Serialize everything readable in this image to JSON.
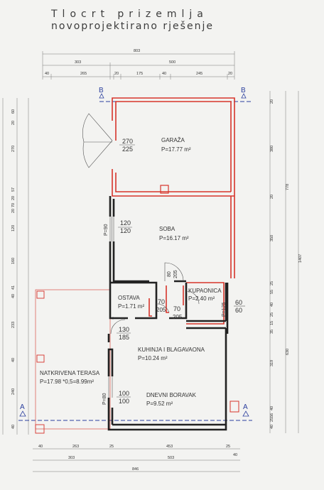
{
  "title": {
    "line1": "Tlocrt prizemlja",
    "line2": "novoprojektirano rješenje"
  },
  "section_marks": {
    "top_left": "B",
    "top_right": "B",
    "bottom_left": "A",
    "bottom_right": "A"
  },
  "rooms": {
    "garaza": {
      "name": "GARAŽA",
      "area": "P=17.77 m²",
      "door_w": "270",
      "door_h": "225"
    },
    "soba": {
      "name": "SOBA",
      "area": "P=16.17 m²",
      "window_w": "120",
      "window_h": "120",
      "side": "P=90",
      "door_w": "80",
      "door_h": "205"
    },
    "ostava": {
      "name": "OSTAVA",
      "area": "P=1.71 m²",
      "door_w": "70",
      "door_h": "205"
    },
    "kupaonica": {
      "name": "KUPAONICA",
      "area": "P=2.40 m²",
      "door_w": "70",
      "door_h": "205",
      "window_w": "60",
      "window_h": "60",
      "side": "P=125"
    },
    "kuhinja": {
      "name": "KUHINJA I BLAGAVAONA",
      "area": "P=10.24 m²",
      "window_w": "130",
      "window_h": "185"
    },
    "boravak": {
      "name": "DNEVNI BORAVAK",
      "area": "P=9.52 m²",
      "window_w": "100",
      "window_h": "100",
      "side": "P=80"
    },
    "terasa": {
      "name": "NATKRIVENA TERASA",
      "area": "P=17.98 *0,5=8.99m²"
    }
  },
  "dims": {
    "top": {
      "total": "803",
      "left": "303",
      "right": "500",
      "d1": "40",
      "d2": "265",
      "d3": "20",
      "d4": "175",
      "d5": "40",
      "d6": "245",
      "d7": "20"
    },
    "bottom": {
      "total": "846",
      "left": "303",
      "right": "503",
      "b40a": "40",
      "b263": "263",
      "b25a": "25",
      "b453": "453",
      "b25b": "25",
      "b40b": "40"
    },
    "left": [
      "60",
      "20",
      "270",
      "20",
      "57",
      "20",
      "70",
      "120",
      "160",
      "40",
      "41",
      "233",
      "40",
      "240",
      "40"
    ],
    "right": {
      "total": "1407",
      "upper": "778",
      "lower": "630",
      "items": [
        "20",
        "380",
        "20",
        "350",
        "25",
        "55",
        "40",
        "25",
        "15",
        "35",
        "319",
        "40",
        "25",
        "56",
        "40"
      ]
    }
  }
}
